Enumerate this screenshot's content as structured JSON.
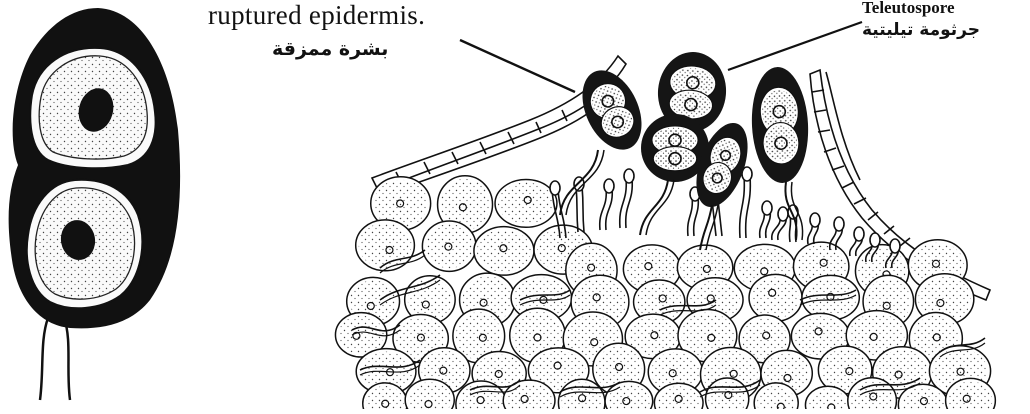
{
  "labels": {
    "epidermis_en": "ruptured epidermis.",
    "epidermis_ar": "بشرة ممزقة",
    "teleutospore_en": "Teleutospore",
    "teleutospore_ar": "جرثومة تيليتية"
  },
  "colors": {
    "ink": "#111111",
    "cell_fill": "#ffffff",
    "spore_wall": "#1a1a1a"
  }
}
